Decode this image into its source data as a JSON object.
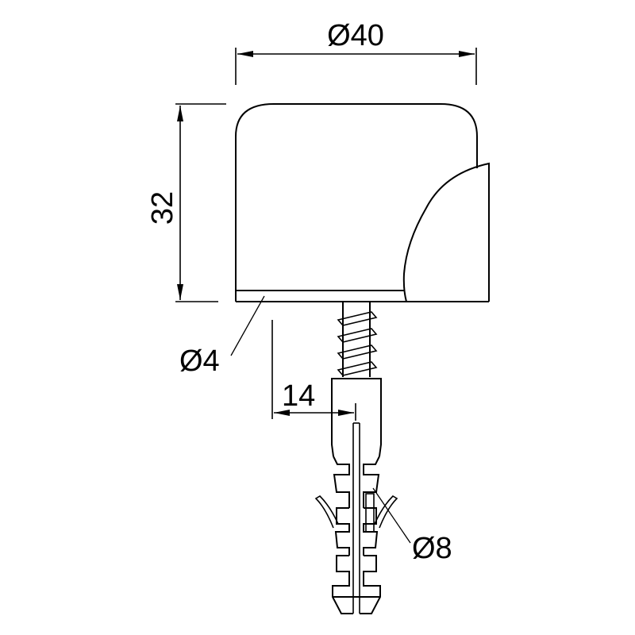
{
  "drawing": {
    "title": "Door stop with screw and wall plug - dimensioned drawing",
    "line_color": "#000000",
    "background": "#ffffff",
    "dimensions": {
      "cap_diameter": "Ø40",
      "cap_height": "32",
      "screw_diameter": "Ø4",
      "screw_length_offset": "14",
      "plug_diameter": "Ø8"
    },
    "parts": [
      "cap",
      "rubber-bumper",
      "screw",
      "wall-plug"
    ]
  }
}
